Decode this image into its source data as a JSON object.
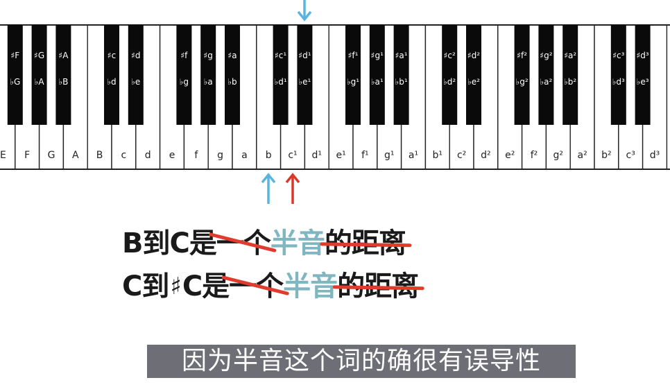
{
  "keyboard": {
    "white_keys": [
      "E",
      "F",
      "G",
      "A",
      "B",
      "c",
      "d",
      "e",
      "f",
      "g",
      "a",
      "b",
      "c¹",
      "d¹",
      "e¹",
      "f¹",
      "g¹",
      "a¹",
      "b¹",
      "c²",
      "d²",
      "e²",
      "f²",
      "g²",
      "a²",
      "b²",
      "c³",
      "d³"
    ],
    "black_keys": [
      {
        "after": 1,
        "sharp": "♯F",
        "flat": "♭G"
      },
      {
        "after": 2,
        "sharp": "♯G",
        "flat": "♭A"
      },
      {
        "after": 3,
        "sharp": "♯A",
        "flat": "♭B"
      },
      {
        "after": 5,
        "sharp": "♯c",
        "flat": "♭d"
      },
      {
        "after": 6,
        "sharp": "♯d",
        "flat": "♭e"
      },
      {
        "after": 8,
        "sharp": "♯f",
        "flat": "♭g"
      },
      {
        "after": 9,
        "sharp": "♯g",
        "flat": "♭a"
      },
      {
        "after": 10,
        "sharp": "♯a",
        "flat": "♭b"
      },
      {
        "after": 12,
        "sharp": "♯c¹",
        "flat": "♭d¹"
      },
      {
        "after": 13,
        "sharp": "♯d¹",
        "flat": "♭e¹"
      },
      {
        "after": 15,
        "sharp": "♯f¹",
        "flat": "♭g¹"
      },
      {
        "after": 16,
        "sharp": "♯g¹",
        "flat": "♭a¹"
      },
      {
        "after": 17,
        "sharp": "♯a¹",
        "flat": "♭b¹"
      },
      {
        "after": 19,
        "sharp": "♯c²",
        "flat": "♭d²"
      },
      {
        "after": 20,
        "sharp": "♯d²",
        "flat": "♭e²"
      },
      {
        "after": 22,
        "sharp": "♯f²",
        "flat": "♭g²"
      },
      {
        "after": 23,
        "sharp": "♯g²",
        "flat": "♭a²"
      },
      {
        "after": 24,
        "sharp": "♯a²",
        "flat": "♭b²"
      },
      {
        "after": 26,
        "sharp": "♯c³",
        "flat": "♭d³"
      },
      {
        "after": 27,
        "sharp": "♯d³",
        "flat": "♭e³"
      }
    ]
  },
  "colors": {
    "blue_arrow": "#5ab4e0",
    "red_arrow": "#d9382b",
    "highlight": "#7fb6c0",
    "strike": "#e03b2c"
  },
  "line1": {
    "a": "B到C是",
    "b": "一个",
    "c": "半音",
    "d": "的距离"
  },
  "line2": {
    "a": "C到",
    "sharp": "♯",
    "a2": "C是",
    "b": "一个",
    "c": "半音",
    "d": "的距离"
  },
  "subtitle": "因为半音这个词的确很有误导性"
}
